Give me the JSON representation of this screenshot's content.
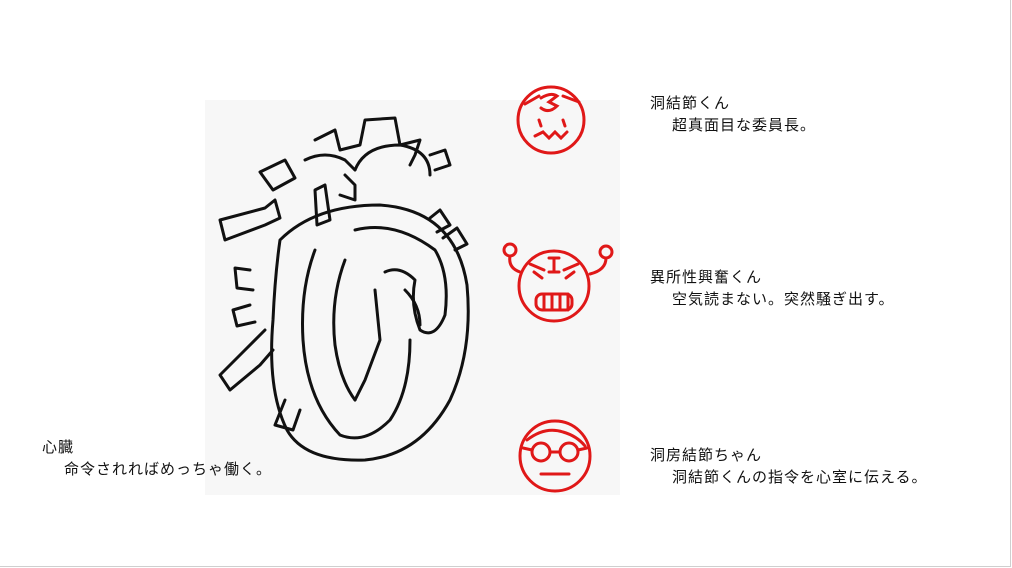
{
  "heart": {
    "name": "心臓",
    "desc": "命令されればめっちゃ働く。"
  },
  "nodes": [
    {
      "name": "洞結節くん",
      "desc": "超真面目な委員長。",
      "face_icon": "s-face-icon"
    },
    {
      "name": "異所性興奮くん",
      "desc": "空気読まない。突然騒ぎ出す。",
      "face_icon": "excited-face-icon"
    },
    {
      "name": "洞房結節ちゃん",
      "desc": "洞結節くんの指令を心室に伝える。",
      "face_icon": "glasses-face-icon"
    }
  ],
  "colors": {
    "ink": "#111111",
    "face_red": "#e01818"
  }
}
